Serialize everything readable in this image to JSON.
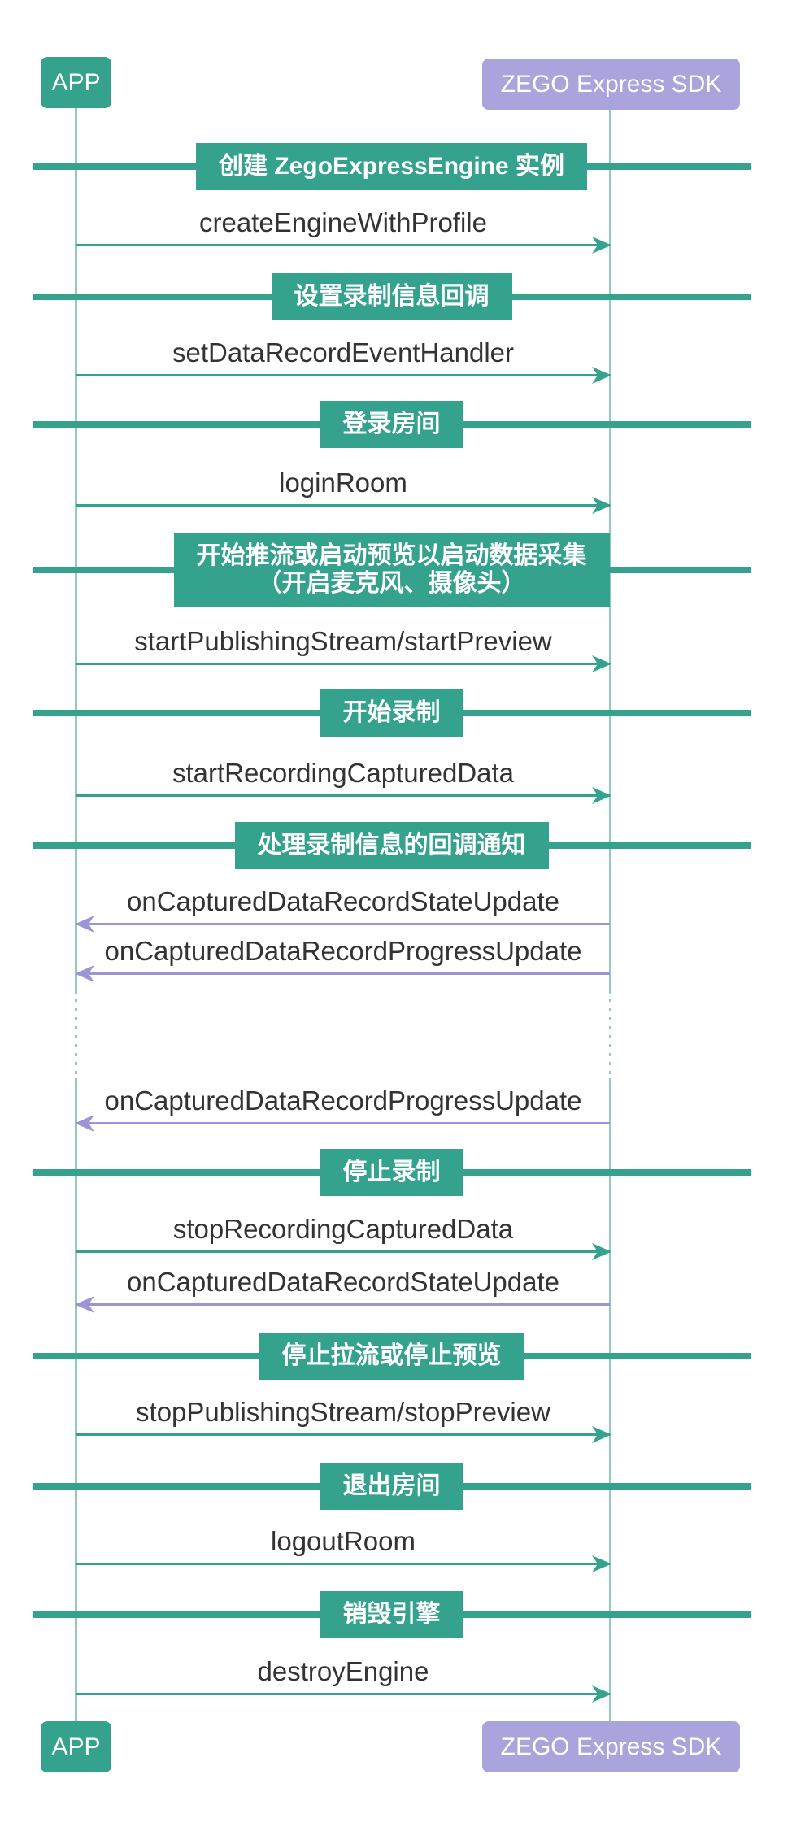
{
  "diagram_type": "sequence",
  "actors": {
    "left": {
      "label": "APP"
    },
    "right": {
      "label": "ZEGO Express SDK"
    }
  },
  "sections": [
    {
      "label": "创建 ZegoExpressEngine 实例"
    },
    {
      "label": "设置录制信息回调"
    },
    {
      "label": "登录房间"
    },
    {
      "label": "开始推流或启动预览以启动数据采集\n（开启麦克风、摄像头）"
    },
    {
      "label": "开始录制"
    },
    {
      "label": "处理录制信息的回调通知"
    },
    {
      "label": "停止录制"
    },
    {
      "label": "停止拉流或停止预览"
    },
    {
      "label": "退出房间"
    },
    {
      "label": "销毁引擎"
    }
  ],
  "messages": [
    {
      "label": "createEngineWithProfile",
      "from": "APP",
      "to": "ZEGO Express SDK",
      "direction": "right",
      "kind": "call"
    },
    {
      "label": "setDataRecordEventHandler",
      "from": "APP",
      "to": "ZEGO Express SDK",
      "direction": "right",
      "kind": "call"
    },
    {
      "label": "loginRoom",
      "from": "APP",
      "to": "ZEGO Express SDK",
      "direction": "right",
      "kind": "call"
    },
    {
      "label": "startPublishingStream/startPreview",
      "from": "APP",
      "to": "ZEGO Express SDK",
      "direction": "right",
      "kind": "call"
    },
    {
      "label": "startRecordingCapturedData",
      "from": "APP",
      "to": "ZEGO Express SDK",
      "direction": "right",
      "kind": "call"
    },
    {
      "label": "onCapturedDataRecordStateUpdate",
      "from": "ZEGO Express SDK",
      "to": "APP",
      "direction": "left",
      "kind": "callback"
    },
    {
      "label": "onCapturedDataRecordProgressUpdate",
      "from": "ZEGO Express SDK",
      "to": "APP",
      "direction": "left",
      "kind": "callback"
    },
    {
      "label": "onCapturedDataRecordProgressUpdate",
      "from": "ZEGO Express SDK",
      "to": "APP",
      "direction": "left",
      "kind": "callback"
    },
    {
      "label": "stopRecordingCapturedData",
      "from": "APP",
      "to": "ZEGO Express SDK",
      "direction": "right",
      "kind": "call"
    },
    {
      "label": "onCapturedDataRecordStateUpdate",
      "from": "ZEGO Express SDK",
      "to": "APP",
      "direction": "left",
      "kind": "callback"
    },
    {
      "label": "stopPublishingStream/stopPreview",
      "from": "APP",
      "to": "ZEGO Express SDK",
      "direction": "right",
      "kind": "call"
    },
    {
      "label": "logoutRoom",
      "from": "APP",
      "to": "ZEGO Express SDK",
      "direction": "right",
      "kind": "call"
    },
    {
      "label": "destroyEngine",
      "from": "APP",
      "to": "ZEGO Express SDK",
      "direction": "right",
      "kind": "call"
    }
  ],
  "colors": {
    "teal": "#35a28e",
    "lifeline_teal": "#93c9be",
    "actor_purple": "#a9a4dc",
    "callback_purple": "#9b95d8",
    "message_text": "#333333",
    "label_text": "#ffffff",
    "background": "#ffffff"
  }
}
